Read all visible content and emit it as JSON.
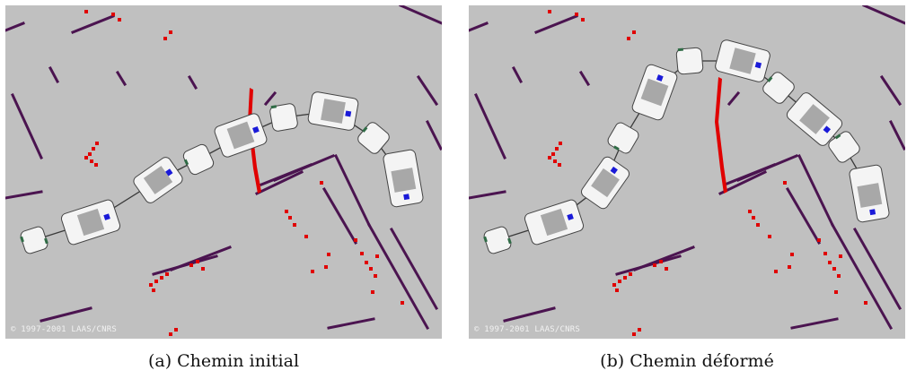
{
  "figure": {
    "panels": [
      {
        "id": "a",
        "caption": "(a) Chemin initial",
        "copyright": "© 1997-2001 LAAS/CNRS"
      },
      {
        "id": "b",
        "caption": "(b) Chemin déformé",
        "copyright": "© 1997-2001 LAAS/CNRS"
      }
    ]
  },
  "colors": {
    "background": "#c0c0c0",
    "walls": "#4b1450",
    "obstacles": "#e00000",
    "robot_body": "#f4f4f4",
    "robot_window": "#a8a8a8",
    "marker": "#1a1ad8",
    "wheel": "#2f6b45"
  }
}
